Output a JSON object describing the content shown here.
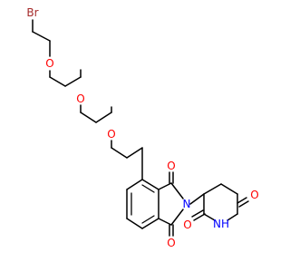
{
  "molecule": {
    "atoms": {
      "bromine": {
        "label": "Br",
        "color": "#a52a2a"
      },
      "ether_oxygen_1": {
        "label": "O",
        "color": "#ff0000"
      },
      "ether_oxygen_2": {
        "label": "O",
        "color": "#ff0000"
      },
      "ether_oxygen_3": {
        "label": "O",
        "color": "#ff0000"
      },
      "carbonyl_oxygen_1": {
        "label": "O",
        "color": "#ff0000"
      },
      "carbonyl_oxygen_2": {
        "label": "O",
        "color": "#ff0000"
      },
      "carbonyl_oxygen_3": {
        "label": "O",
        "color": "#ff0000"
      },
      "carbonyl_oxygen_4": {
        "label": "O",
        "color": "#ff0000"
      },
      "imide_nitrogen": {
        "label": "N",
        "color": "#0000ff"
      },
      "piperidine_nh": {
        "label": "NH",
        "color": "#0000ff"
      }
    }
  }
}
